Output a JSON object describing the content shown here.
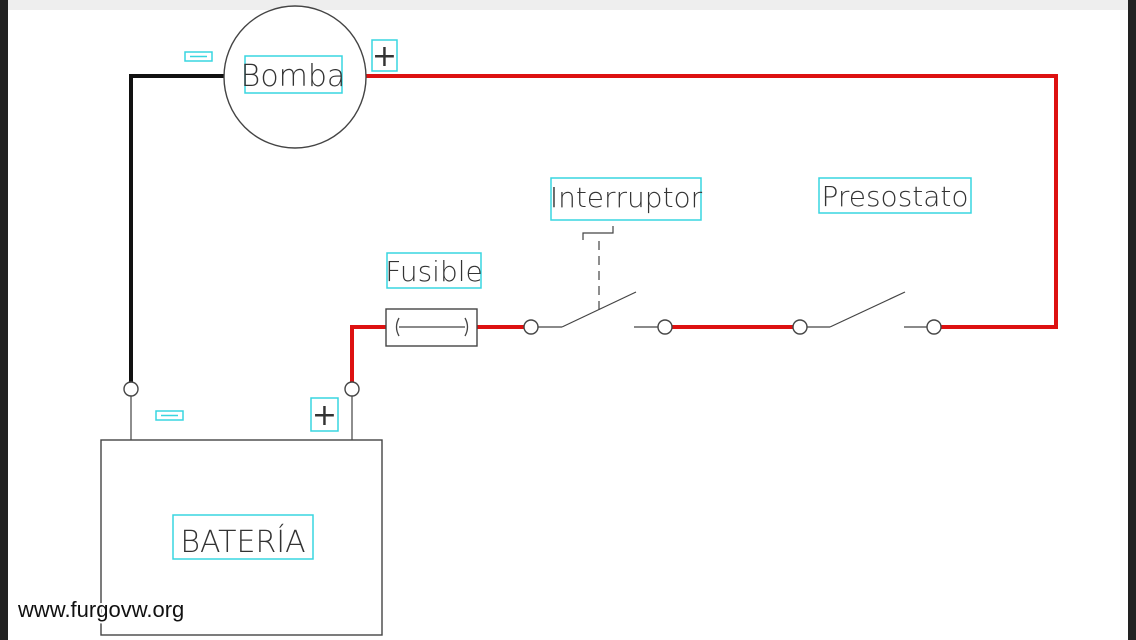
{
  "components": {
    "pump": {
      "label": "Bomba",
      "neg": "−",
      "pos": "+"
    },
    "battery": {
      "label": "BATERÍA",
      "neg": "−",
      "pos": "+"
    },
    "fuse": {
      "label": "Fusible"
    },
    "switch": {
      "label": "Interruptor"
    },
    "pressure_switch": {
      "label": "Presostato"
    }
  },
  "wires": {
    "positive_color": "#dd1111",
    "negative_color": "#111111"
  },
  "watermark": "www.furgovw.org"
}
